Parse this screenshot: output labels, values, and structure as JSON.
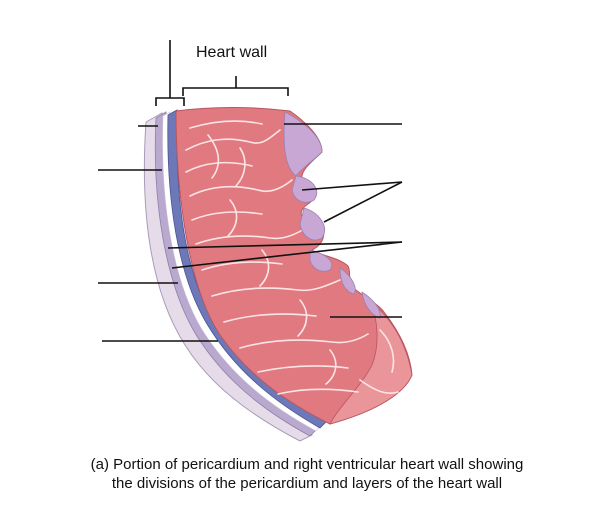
{
  "heart_wall_label": "Heart wall",
  "caption": {
    "line1": "(a) Portion of pericardium and right ventricular heart wall showing",
    "line2": "the divisions of the pericardium and layers of the heart wall"
  },
  "colors": {
    "myocardium": "#e07a80",
    "myocardium_light": "#f0a2a4",
    "myocardium_dark": "#c75d66",
    "endocardium": "#c8a7d4",
    "pericardium_blue": "#6d78b8",
    "pericardium_pale": "#ddd0e4",
    "leader_line": "#111111"
  }
}
